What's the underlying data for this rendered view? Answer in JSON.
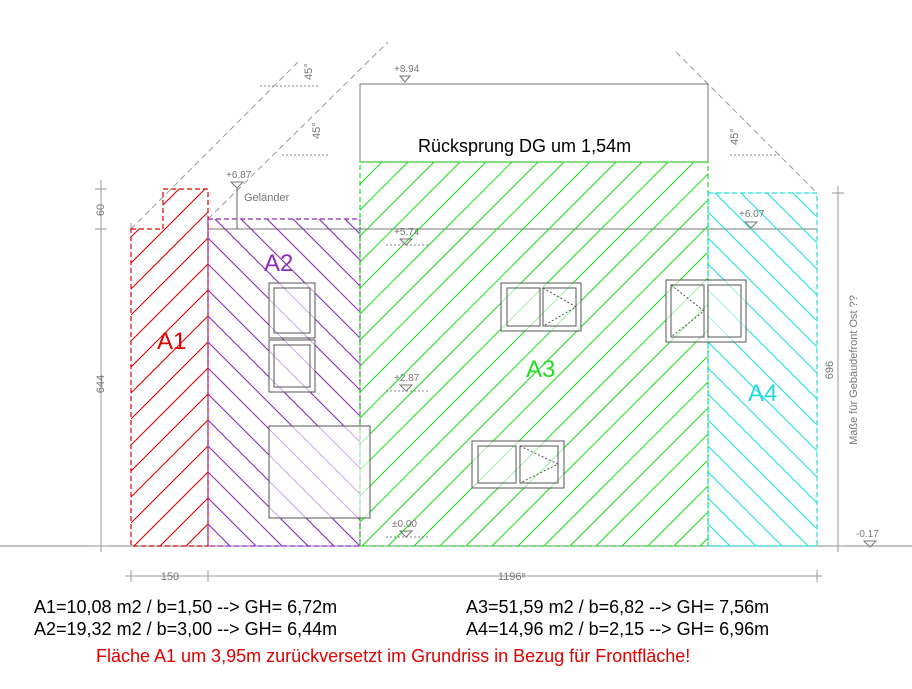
{
  "areas": [
    {
      "label": "A1",
      "color": "#e00000"
    },
    {
      "label": "A2",
      "color": "#8a2fb8"
    },
    {
      "label": "A3",
      "color": "#22dd22"
    },
    {
      "label": "A4",
      "color": "#22dddd"
    }
  ],
  "header_label": "Rücksprung DG um 1,54m",
  "elevations": {
    "top": "+8.94",
    "left_eave": "+6.87",
    "right_eave": "+6.07",
    "floor_dg": "+5.74",
    "floor_og": "+2.87",
    "ground": "±0.00",
    "right_ground": "-0.17"
  },
  "angles": {
    "a1": "45°",
    "a2": "45°",
    "a3": "45°"
  },
  "railing_label": "Geländer",
  "dimensions": {
    "left_small": "60",
    "left_height": "644",
    "right_height": "696",
    "right_note": "Maße für Gebäudefront Ost ??",
    "bottom_left": "150",
    "bottom_right": "1196⁵"
  },
  "legend": [
    "A1=10,08 m2 / b=1,50 --> GH= 6,72m",
    "A2=19,32 m2 / b=3,00 --> GH= 6,44m",
    "A3=51,59 m2 / b=6,82 --> GH= 7,56m",
    "A4=14,96 m2 / b=2,15 --> GH= 6,96m"
  ],
  "note": "Fläche A1 um 3,95m zurückversetzt im Grundriss in Bezug für Frontfläche!"
}
